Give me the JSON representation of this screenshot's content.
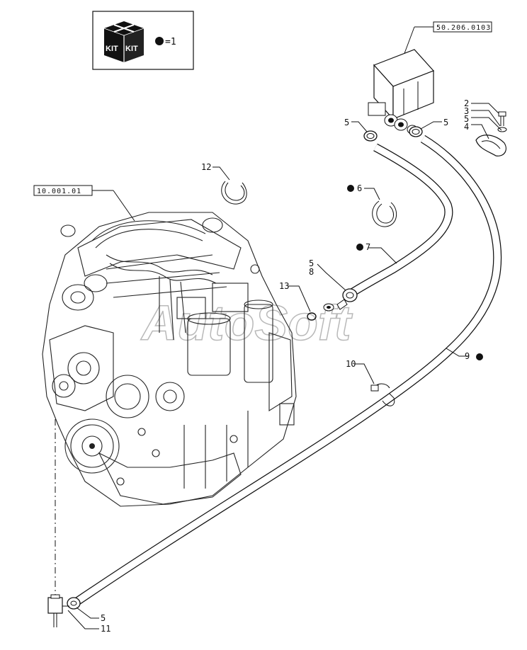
{
  "kit_legend": {
    "icon_text_left": "KIT",
    "icon_text_right": "KIT",
    "equals_text": "=1"
  },
  "references": {
    "engine": "10.001.01",
    "valve_block": "50.206.0103"
  },
  "callouts": {
    "c1": "5",
    "c2": "5",
    "c3": "2",
    "c4": "3",
    "c5": "5",
    "c6": "4",
    "c7": "12",
    "c8": "6",
    "c9": "7",
    "c10": "5",
    "c11": "8",
    "c12": "13",
    "c13": "9",
    "c14": "10",
    "c15": "5",
    "c16": "11"
  },
  "watermark": "AutoSoft"
}
